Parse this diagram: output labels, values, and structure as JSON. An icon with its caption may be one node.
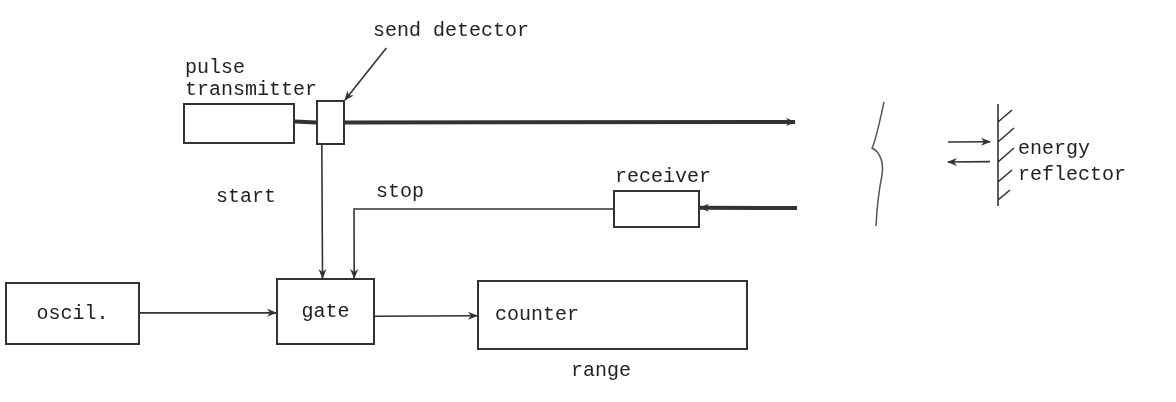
{
  "diagram": {
    "nodes": [
      {
        "text": [
          "pulse transmitter"
        ]
      },
      {
        "text": [],
        "shape": "box"
      },
      {
        "text": [
          "send detector"
        ]
      },
      {
        "text": [
          "receiver"
        ]
      },
      {
        "text": [
          "oscil."
        ]
      },
      {
        "text": [
          "gate"
        ]
      },
      {
        "text": [
          "counter"
        ],
        "beside": [
          "range"
        ]
      },
      {
        "text": [
          "energy reflector"
        ]
      }
    ],
    "edges": [
      {
        "from": 0,
        "to": 1,
        "arrow": "none",
        "style": "thick"
      },
      {
        "from": 1,
        "to": null,
        "arrow": "to",
        "style": "thick"
      },
      {
        "from": 1,
        "to": 5,
        "arrow": "to",
        "label": "start"
      },
      {
        "from": 3,
        "to": 5,
        "arrow": "to",
        "label": "stop"
      },
      {
        "from": null,
        "to": 3,
        "arrow": "to",
        "style": "thick"
      },
      {
        "from": 4,
        "to": 5,
        "arrow": "to"
      },
      {
        "from": 5,
        "to": 6,
        "arrow": "to"
      },
      {
        "from": 2,
        "to": 1,
        "arrow": "to"
      },
      {
        "from": null,
        "to": 7,
        "arrow": "to"
      },
      {
        "from": 7,
        "to": null,
        "arrow": "to"
      }
    ]
  }
}
